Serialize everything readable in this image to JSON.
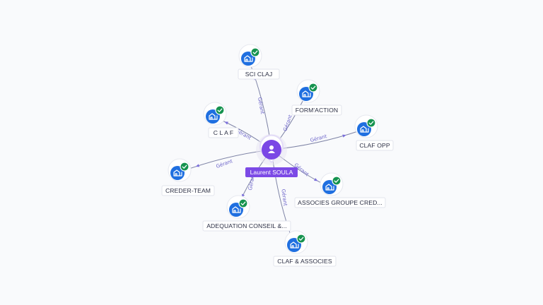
{
  "center": {
    "name": "Laurent SOULA",
    "icon": "person-icon"
  },
  "colors": {
    "accent": "#7c4ae6",
    "company": "#1f6fe0",
    "verified": "#16934f",
    "edge": "#7f84a6",
    "edge_label": "#6b63c9"
  },
  "relations": [
    {
      "company": "SCI CLAJ",
      "role": "Gérant",
      "icon": "building-icon",
      "verified": true
    },
    {
      "company": "FORM'ACTION",
      "role": "Gérant",
      "icon": "building-icon",
      "verified": true
    },
    {
      "company": "C L A F",
      "role": "Gérant",
      "icon": "building-icon",
      "verified": true
    },
    {
      "company": "CLAF OPP",
      "role": "Gérant",
      "icon": "building-icon",
      "verified": true
    },
    {
      "company": "CREDER-TEAM",
      "role": "Gérant",
      "icon": "building-icon",
      "verified": true
    },
    {
      "company": "ASSOCIES GROUPE CRED...",
      "role": "Gérant",
      "icon": "building-icon",
      "verified": true
    },
    {
      "company": "ADEQUATION CONSEIL &...",
      "role": "Gérant",
      "icon": "building-icon",
      "verified": true
    },
    {
      "company": "CLAF & ASSOCIES",
      "role": "Gérant",
      "icon": "building-icon",
      "verified": true
    }
  ]
}
